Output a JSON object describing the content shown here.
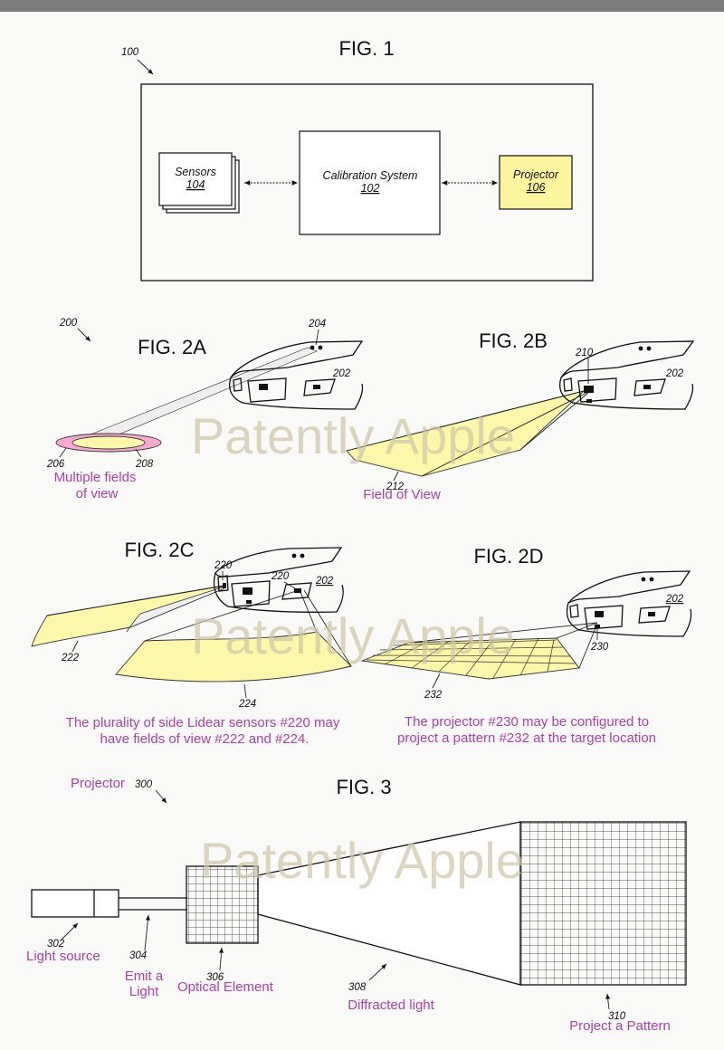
{
  "watermark": "Patently Apple",
  "fig1": {
    "title": "FIG. 1",
    "ref": "100",
    "sensors_label": "Sensors",
    "sensors_ref": "104",
    "calibration_label": "Calibration System",
    "calibration_ref": "102",
    "projector_label": "Projector",
    "projector_ref": "106",
    "projector_color": "#fdf59e"
  },
  "fig2": {
    "ref": "200",
    "a": {
      "title": "FIG. 2A",
      "ref_204": "204",
      "ref_202": "202",
      "ref_206": "206",
      "ref_208": "208",
      "note_line1": "Multiple fields",
      "note_line2": "of view"
    },
    "b": {
      "title": "FIG. 2B",
      "ref_210": "210",
      "ref_202": "202",
      "ref_212": "212",
      "note": "Field of View"
    },
    "c": {
      "title": "FIG. 2C",
      "ref_220a": "220",
      "ref_220b": "220",
      "ref_202": "202",
      "ref_222": "222",
      "ref_224": "224",
      "note_line1": "The plurality of side Lidear sensors #220 may",
      "note_line2": "have fields of view #222 and #224."
    },
    "d": {
      "title": "FIG. 2D",
      "ref_202": "202",
      "ref_230": "230",
      "ref_232": "232",
      "note_line1": "The projector #230 may be configured to",
      "note_line2": "project a pattern #232 at the target location"
    }
  },
  "fig3": {
    "title": "FIG. 3",
    "projector_label": "Projector",
    "ref_300": "300",
    "ref_302": "302",
    "note_302": "Light source",
    "ref_304": "304",
    "note_304_line1": "Emit a",
    "note_304_line2": "Light",
    "ref_306": "306",
    "note_306": "Optical Element",
    "ref_308": "308",
    "note_308": "Diffracted light",
    "ref_310": "310",
    "note_310": "Project a Pattern"
  },
  "colors": {
    "annotation": "#b03fb0",
    "fov_fill": "#fdf7a9",
    "pink_ring": "#f3a9d2",
    "watermark": "#cfc5a6"
  }
}
